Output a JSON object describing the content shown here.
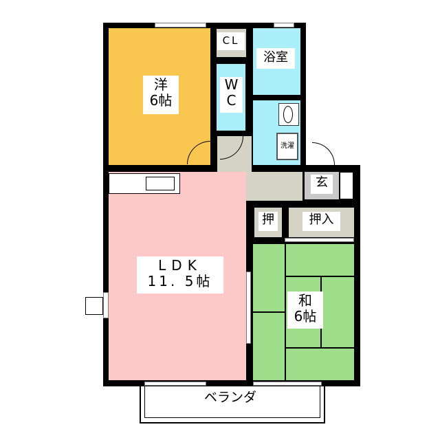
{
  "rooms": {
    "western": {
      "name": "洋",
      "size": "6帖"
    },
    "closet": {
      "name": "CL"
    },
    "bath": {
      "name": "浴室"
    },
    "toilet": {
      "name": "W\nC",
      "line1": "W",
      "line2": "C"
    },
    "laundry": {
      "name": "洗濯"
    },
    "entrance": {
      "name": "玄"
    },
    "storage_small": {
      "name": "押"
    },
    "storage_large": {
      "name": "押入"
    },
    "ldk": {
      "name": "LDK",
      "size": "11. 5帖"
    },
    "japanese": {
      "name": "和",
      "size": "6帖"
    },
    "balcony": {
      "name": "ベランダ"
    }
  },
  "colors": {
    "western": "#f9c650",
    "wet": "#aaeefa",
    "hall": "#d5d3c5",
    "ldk": "#fcc8c8",
    "japanese": "#9ede8a"
  }
}
